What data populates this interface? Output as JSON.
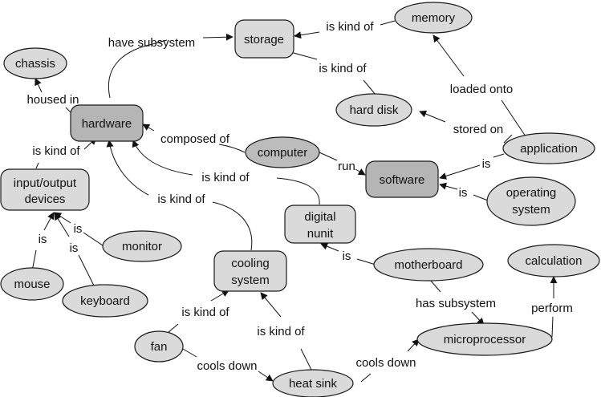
{
  "nodes": {
    "storage": "storage",
    "memory": "memory",
    "chassis": "chassis",
    "hardware": "hardware",
    "hard_disk": "hard disk",
    "application": "application",
    "computer": "computer",
    "software": "software",
    "io_devices_1": "input/output",
    "io_devices_2": "devices",
    "operating_system_1": "operating",
    "operating_system_2": "system",
    "digital_unit_1": "digital",
    "digital_unit_2": "nunit",
    "monitor": "monitor",
    "cooling_system_1": "cooling",
    "cooling_system_2": "system",
    "motherboard": "motherboard",
    "calculation": "calculation",
    "mouse": "mouse",
    "keyboard": "keyboard",
    "fan": "fan",
    "microprocessor": "microprocessor",
    "heat_sink": "heat sink"
  },
  "edges": {
    "hardware_storage": "have subsystem",
    "memory_storage": "is kind of",
    "harddisk_storage": "is kind of",
    "hardware_chassis": "housed in",
    "application_memory": "loaded onto",
    "application_harddisk": "stored on",
    "computer_hardware": "composed of",
    "computer_software": "run",
    "application_software": "is",
    "os_software": "is",
    "io_hardware": "is kind of",
    "digital_hardware": "is kind of",
    "cooling_hardware": "is kind of",
    "mouse_io": "is",
    "monitor_io": "is",
    "keyboard_io": "is",
    "motherboard_digital": "is",
    "motherboard_micro": "has subsystem",
    "micro_calculation": "perform",
    "fan_cooling": "is kind of",
    "heatsink_cooling": "is kind of",
    "fan_heatsink": "cools down",
    "heatsink_micro": "cools down"
  },
  "colors": {
    "node_fill": "#dadada",
    "node_fill_dark": "#bcbcbc",
    "rect_fill_dark": "#b5b5b5",
    "stroke": "#1a1a1a"
  }
}
